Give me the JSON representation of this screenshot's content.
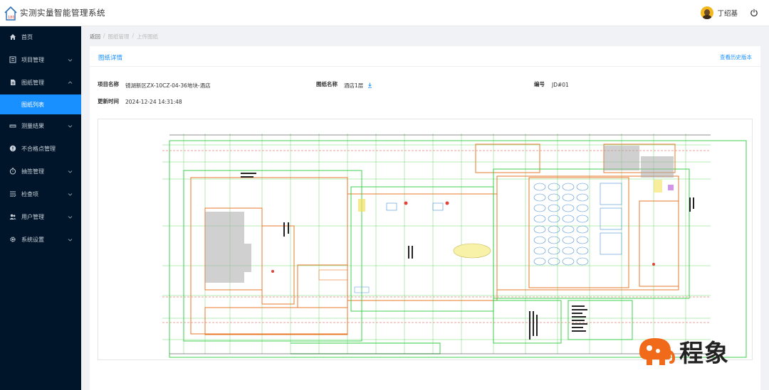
{
  "app": {
    "title": "实测实量智能管理系统"
  },
  "user": {
    "name": "丁绍基"
  },
  "sidebar": {
    "items": [
      {
        "label": "首页",
        "icon": "home-icon",
        "has_arrow": false
      },
      {
        "label": "项目管理",
        "icon": "project-icon",
        "has_arrow": true
      },
      {
        "label": "图纸管理",
        "icon": "drawing-icon",
        "has_arrow": true,
        "expanded": true
      },
      {
        "label": "测量结果",
        "icon": "measure-icon",
        "has_arrow": true
      },
      {
        "label": "不合格点管理",
        "icon": "alert-icon",
        "has_arrow": false
      },
      {
        "label": "抽签管理",
        "icon": "clock-icon",
        "has_arrow": true
      },
      {
        "label": "检查项",
        "icon": "checklist-icon",
        "has_arrow": true
      },
      {
        "label": "用户管理",
        "icon": "users-icon",
        "has_arrow": true
      },
      {
        "label": "系统设置",
        "icon": "gear-icon",
        "has_arrow": true
      }
    ],
    "active_sub_item": "图纸列表"
  },
  "breadcrumb": {
    "back": "返回",
    "sep": "/",
    "level1": "图纸管理",
    "level2": "上传图纸"
  },
  "card": {
    "title": "图纸详情",
    "history_link": "查看历史版本",
    "fields": {
      "project_label": "项目名称",
      "project_value": "镜湖新区ZX-10CZ-04-36地块-酒店",
      "drawing_label": "图纸名称",
      "drawing_value": "酒店1层",
      "code_label": "编号",
      "code_value": "JD#01",
      "updated_label": "更新时间",
      "updated_value": "2024-12-24 14:31:48"
    }
  },
  "watermark": {
    "text": "程象"
  },
  "colors": {
    "sidebar_bg": "#001529",
    "accent": "#1890ff",
    "cad_green": "#2ecc40",
    "cad_red": "#e0433a",
    "cad_orange": "#e8782a",
    "cad_blue": "#4a8fd8"
  }
}
